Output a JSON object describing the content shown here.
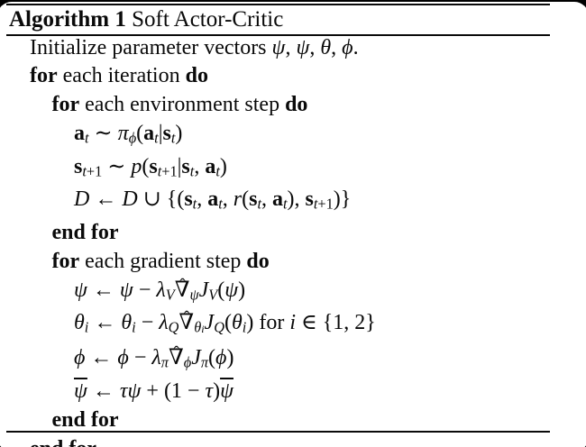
{
  "header": {
    "bold": "Algorithm 1",
    "rest": " Soft Actor-Critic"
  },
  "algorithm": {
    "lines": [
      {
        "indent": 0,
        "segments": [
          {
            "t": "Initialize parameter vectors ",
            "s": ""
          },
          {
            "t": "ψ",
            "s": "i"
          },
          {
            "t": ", ",
            "s": ""
          },
          {
            "t": "ψ",
            "s": "i ol"
          },
          {
            "t": ", ",
            "s": ""
          },
          {
            "t": "θ",
            "s": "i"
          },
          {
            "t": ", ",
            "s": ""
          },
          {
            "t": "ϕ",
            "s": "i"
          },
          {
            "t": ".",
            "s": ""
          }
        ]
      },
      {
        "indent": 0,
        "segments": [
          {
            "t": "for",
            "s": "b"
          },
          {
            "t": " each iteration ",
            "s": ""
          },
          {
            "t": "do",
            "s": "b"
          }
        ]
      },
      {
        "indent": 1,
        "segments": [
          {
            "t": "for",
            "s": "b"
          },
          {
            "t": " each environment step ",
            "s": ""
          },
          {
            "t": "do",
            "s": "b"
          }
        ]
      },
      {
        "indent": 2,
        "segments": [
          {
            "t": "a",
            "s": "b"
          },
          {
            "t": "t",
            "s": "sub i"
          },
          {
            "t": " ∼ ",
            "s": ""
          },
          {
            "t": "π",
            "s": "i"
          },
          {
            "t": "ϕ",
            "s": "sub i"
          },
          {
            "t": "(",
            "s": ""
          },
          {
            "t": "a",
            "s": "b"
          },
          {
            "t": "t",
            "s": "sub i"
          },
          {
            "t": "|",
            "s": ""
          },
          {
            "t": "s",
            "s": "b"
          },
          {
            "t": "t",
            "s": "sub i"
          },
          {
            "t": ")",
            "s": ""
          }
        ]
      },
      {
        "indent": 2,
        "segments": [
          {
            "t": "s",
            "s": "b"
          },
          {
            "t": "t",
            "s": "sub i"
          },
          {
            "t": "+1",
            "s": "sub"
          },
          {
            "t": " ∼ ",
            "s": ""
          },
          {
            "t": "p",
            "s": "i"
          },
          {
            "t": "(",
            "s": ""
          },
          {
            "t": "s",
            "s": "b"
          },
          {
            "t": "t",
            "s": "sub i"
          },
          {
            "t": "+1",
            "s": "sub"
          },
          {
            "t": "|",
            "s": ""
          },
          {
            "t": "s",
            "s": "b"
          },
          {
            "t": "t",
            "s": "sub i"
          },
          {
            "t": ", ",
            "s": ""
          },
          {
            "t": "a",
            "s": "b"
          },
          {
            "t": "t",
            "s": "sub i"
          },
          {
            "t": ")",
            "s": ""
          }
        ]
      },
      {
        "indent": 2,
        "segments": [
          {
            "t": "D",
            "s": "i"
          },
          {
            "t": " ← ",
            "s": ""
          },
          {
            "t": "D",
            "s": "i"
          },
          {
            "t": " ∪ {(",
            "s": ""
          },
          {
            "t": "s",
            "s": "b"
          },
          {
            "t": "t",
            "s": "sub i"
          },
          {
            "t": ", ",
            "s": ""
          },
          {
            "t": "a",
            "s": "b"
          },
          {
            "t": "t",
            "s": "sub i"
          },
          {
            "t": ", ",
            "s": ""
          },
          {
            "t": "r",
            "s": "i"
          },
          {
            "t": "(",
            "s": ""
          },
          {
            "t": "s",
            "s": "b"
          },
          {
            "t": "t",
            "s": "sub i"
          },
          {
            "t": ", ",
            "s": ""
          },
          {
            "t": "a",
            "s": "b"
          },
          {
            "t": "t",
            "s": "sub i"
          },
          {
            "t": "), ",
            "s": ""
          },
          {
            "t": "s",
            "s": "b"
          },
          {
            "t": "t",
            "s": "sub i"
          },
          {
            "t": "+1",
            "s": "sub"
          },
          {
            "t": ")}",
            "s": ""
          }
        ]
      },
      {
        "indent": 1,
        "segments": [
          {
            "t": "end for",
            "s": "b"
          }
        ]
      },
      {
        "indent": 1,
        "segments": [
          {
            "t": "for",
            "s": "b"
          },
          {
            "t": " each gradient step ",
            "s": ""
          },
          {
            "t": "do",
            "s": "b"
          }
        ]
      },
      {
        "indent": 2,
        "segments": [
          {
            "t": "ψ",
            "s": "i"
          },
          {
            "t": " ← ",
            "s": ""
          },
          {
            "t": "ψ",
            "s": "i"
          },
          {
            "t": " − ",
            "s": ""
          },
          {
            "t": "λ",
            "s": "i"
          },
          {
            "t": "V",
            "s": "sub i"
          },
          {
            "t": "∇",
            "s": "hat"
          },
          {
            "t": "ψ",
            "s": "sub i"
          },
          {
            "t": "J",
            "s": "i"
          },
          {
            "t": "V",
            "s": "sub i"
          },
          {
            "t": "(",
            "s": ""
          },
          {
            "t": "ψ",
            "s": "i"
          },
          {
            "t": ")",
            "s": ""
          }
        ]
      },
      {
        "indent": 2,
        "segments": [
          {
            "t": "θ",
            "s": "i"
          },
          {
            "t": "i",
            "s": "sub i"
          },
          {
            "t": " ← ",
            "s": ""
          },
          {
            "t": "θ",
            "s": "i"
          },
          {
            "t": "i",
            "s": "sub i"
          },
          {
            "t": " − ",
            "s": ""
          },
          {
            "t": "λ",
            "s": "i"
          },
          {
            "t": "Q",
            "s": "sub i"
          },
          {
            "t": "∇",
            "s": "hat"
          },
          {
            "t": "θ",
            "s": "sub i"
          },
          {
            "t": "i",
            "s": "subsub i"
          },
          {
            "t": "J",
            "s": "i"
          },
          {
            "t": "Q",
            "s": "sub i"
          },
          {
            "t": "(",
            "s": ""
          },
          {
            "t": "θ",
            "s": "i"
          },
          {
            "t": "i",
            "s": "sub i"
          },
          {
            "t": ") for ",
            "s": ""
          },
          {
            "t": "i",
            "s": "i"
          },
          {
            "t": " ∈ {1, 2}",
            "s": ""
          }
        ]
      },
      {
        "indent": 2,
        "segments": [
          {
            "t": "ϕ",
            "s": "i"
          },
          {
            "t": " ← ",
            "s": ""
          },
          {
            "t": "ϕ",
            "s": "i"
          },
          {
            "t": " − ",
            "s": ""
          },
          {
            "t": "λ",
            "s": "i"
          },
          {
            "t": "π",
            "s": "sub i"
          },
          {
            "t": "∇",
            "s": "hat"
          },
          {
            "t": "ϕ",
            "s": "sub i"
          },
          {
            "t": "J",
            "s": "i"
          },
          {
            "t": "π",
            "s": "sub i"
          },
          {
            "t": "(",
            "s": ""
          },
          {
            "t": "ϕ",
            "s": "i"
          },
          {
            "t": ")",
            "s": ""
          }
        ]
      },
      {
        "indent": 2,
        "segments": [
          {
            "t": "ψ",
            "s": "i ol"
          },
          {
            "t": " ← ",
            "s": ""
          },
          {
            "t": "τψ",
            "s": "i"
          },
          {
            "t": " + (1 − ",
            "s": ""
          },
          {
            "t": "τ",
            "s": "i"
          },
          {
            "t": ")",
            "s": ""
          },
          {
            "t": "ψ",
            "s": "i ol"
          }
        ]
      },
      {
        "indent": 1,
        "segments": [
          {
            "t": "end for",
            "s": "b"
          }
        ]
      },
      {
        "indent": 0,
        "segments": [
          {
            "t": "end for",
            "s": "b"
          }
        ]
      }
    ]
  }
}
